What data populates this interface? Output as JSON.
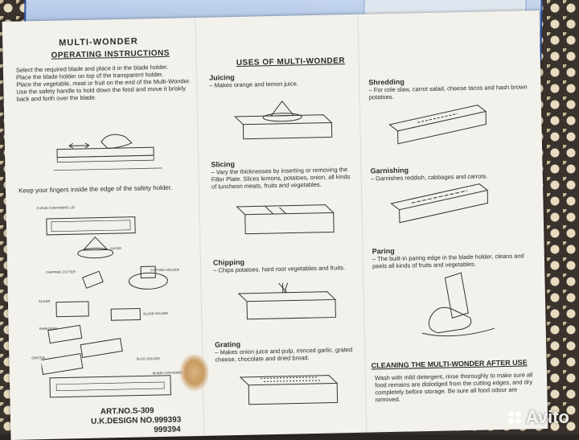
{
  "panel1": {
    "title": "MULTI-WONDER",
    "subtitle": "OPERATING INSTRUCTIONS",
    "steps": [
      "Select the required blade and place it in the blade holder.",
      "Place the blade holder on top of the transparent holder.",
      "Place the vegetable, meat or fruit on the end of the Multi-Wonder.",
      "Use the safety handle to hold down the food and move it briskly back and forth over the blade."
    ],
    "warning": "Keep your fingers inside the edge of the safety holder.",
    "parts": [
      "CURVE CONTAINING LID",
      "JUICER",
      "CHIPPING CUTTER",
      "CUTTING HOLDER",
      "SLICER",
      "SHREDDER",
      "GRATER",
      "BLADE HOLDER",
      "SLICE HOLDER",
      "BLADE CONTAINER"
    ],
    "art_no": "ART.NO.S-309",
    "design_no": "U.K.DESIGN NO.999393",
    "design_no2": "999394"
  },
  "panel2": {
    "title": "USES OF MULTI-WONDER",
    "sections": [
      {
        "head": "Juicing",
        "body": "– Makes orange and lemon juice."
      },
      {
        "head": "Slicing",
        "body": "– Vary the thicknesses by inserting or removing the Filler Plate. Slices lemons, potatoes, onion, all kinds of luncheon meats, fruits and vegetables."
      },
      {
        "head": "Chipping",
        "body": "– Chips potatoes, hard root vegetables and fruits."
      },
      {
        "head": "Grating",
        "body": "– Makes onion juice and pulp, minced garlic, grated cheese, chocolate and dried bread."
      }
    ]
  },
  "panel3": {
    "sections": [
      {
        "head": "Shredding",
        "body": "– For cole slaw, carrot salad, cheese tacos and hash brown potatoes."
      },
      {
        "head": "Garnishing",
        "body": "– Garnishes reddish, cabbages and carrots."
      },
      {
        "head": "Paring",
        "body": "– The built-in paring edge in the blade holder, cleans and peels all kinds of fruits and vegetables."
      }
    ],
    "cleaning_title": "CLEANING THE MULTI-WONDER AFTER USE",
    "cleaning_body": "Wash with mild detergent, rinse thoroughly to make sure all food remains are dislodged from the cutting edges, and dry completely before storage. Be sure all food odour are removed."
  },
  "watermark": "Avito"
}
